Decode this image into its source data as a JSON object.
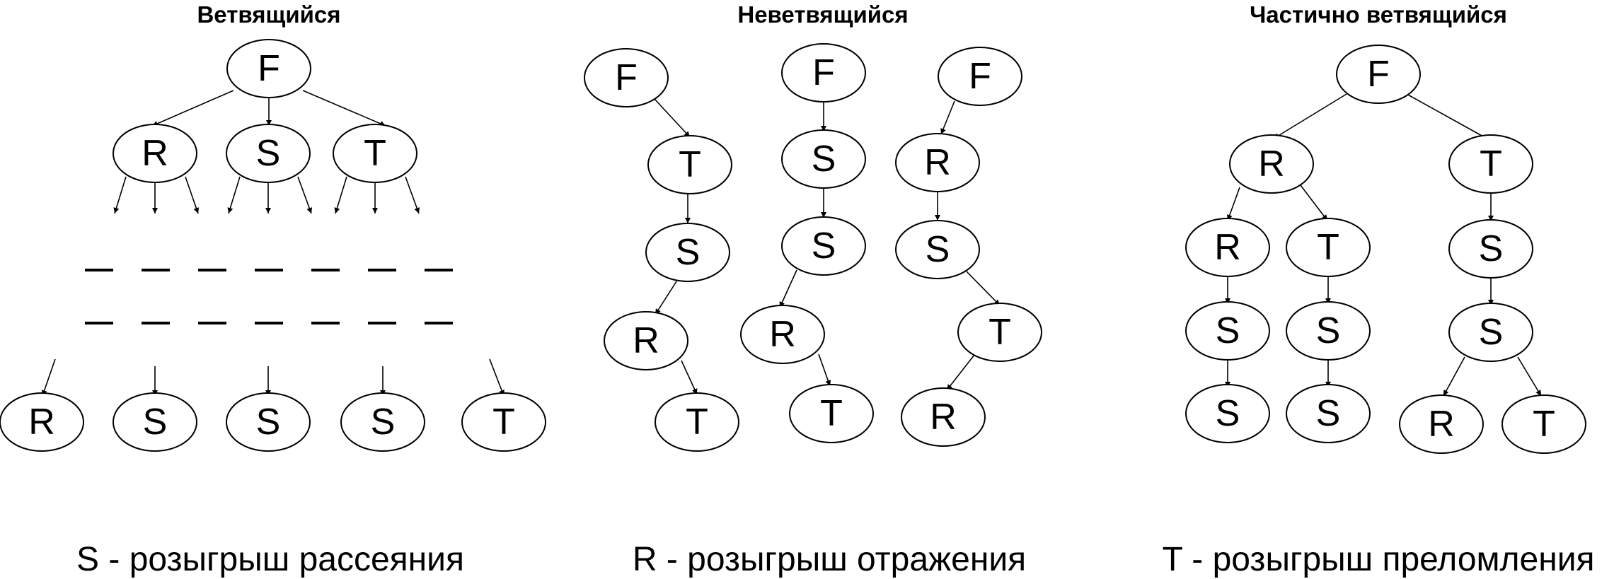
{
  "titles": {
    "branching": "Ветвящийся",
    "non_branching": "Неветвящийся",
    "partial": "Частично ветвящийся"
  },
  "legend": {
    "s": "S - розыгрыш рассеяния",
    "r": "R - розыгрыш отражения",
    "t": "T - розыгрыш преломления"
  },
  "node_labels": {
    "F": "F",
    "R": "R",
    "S": "S",
    "T": "T"
  }
}
